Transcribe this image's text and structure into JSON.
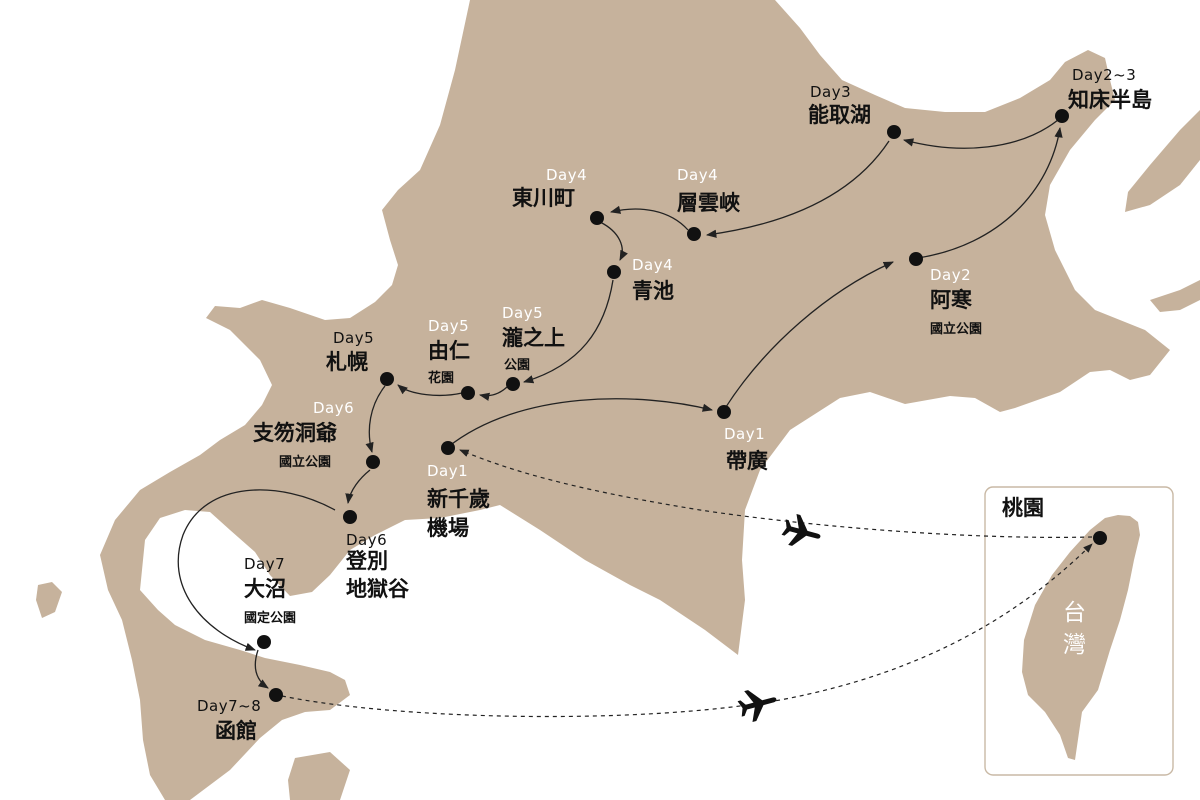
{
  "inset": {
    "origin": "桃園",
    "country": "台灣"
  },
  "stops": [
    {
      "id": "shiretoko",
      "day": "Day2~3",
      "name": "知床半島"
    },
    {
      "id": "notoro",
      "day": "Day3",
      "name": "能取湖"
    },
    {
      "id": "sounkyo",
      "day": "Day4",
      "name": "層雲峽"
    },
    {
      "id": "higashikawa",
      "day": "Day4",
      "name": "東川町"
    },
    {
      "id": "aoike",
      "day": "Day4",
      "name": "青池"
    },
    {
      "id": "akan",
      "day": "Day2",
      "name": "阿寒",
      "sub": "國立公園"
    },
    {
      "id": "takinoue",
      "day": "Day5",
      "name": "瀧之上",
      "sub": "公園"
    },
    {
      "id": "yuni",
      "day": "Day5",
      "name": "由仁",
      "sub": "花園"
    },
    {
      "id": "sapporo",
      "day": "Day5",
      "name": "札幌"
    },
    {
      "id": "shikotsu",
      "day": "Day6",
      "name": "支笏洞爺",
      "sub": "國立公園"
    },
    {
      "id": "obihiro",
      "day": "Day1",
      "name": "帶廣"
    },
    {
      "id": "chitose",
      "day": "Day1",
      "name": "新千歲",
      "name2": "機場"
    },
    {
      "id": "noboribetsu",
      "day": "Day6",
      "name": "登別",
      "name2": "地獄谷"
    },
    {
      "id": "onuma",
      "day": "Day7",
      "name": "大沼",
      "sub": "國定公園"
    },
    {
      "id": "hakodate",
      "day": "Day7~8",
      "name": "函館"
    }
  ],
  "colors": {
    "land": "#c6b29c",
    "route": "#222222",
    "marker": "#111111",
    "inset_border": "#c9b9a5"
  },
  "icons": [
    "airplane-icon",
    "arrow-icon",
    "location-marker"
  ]
}
